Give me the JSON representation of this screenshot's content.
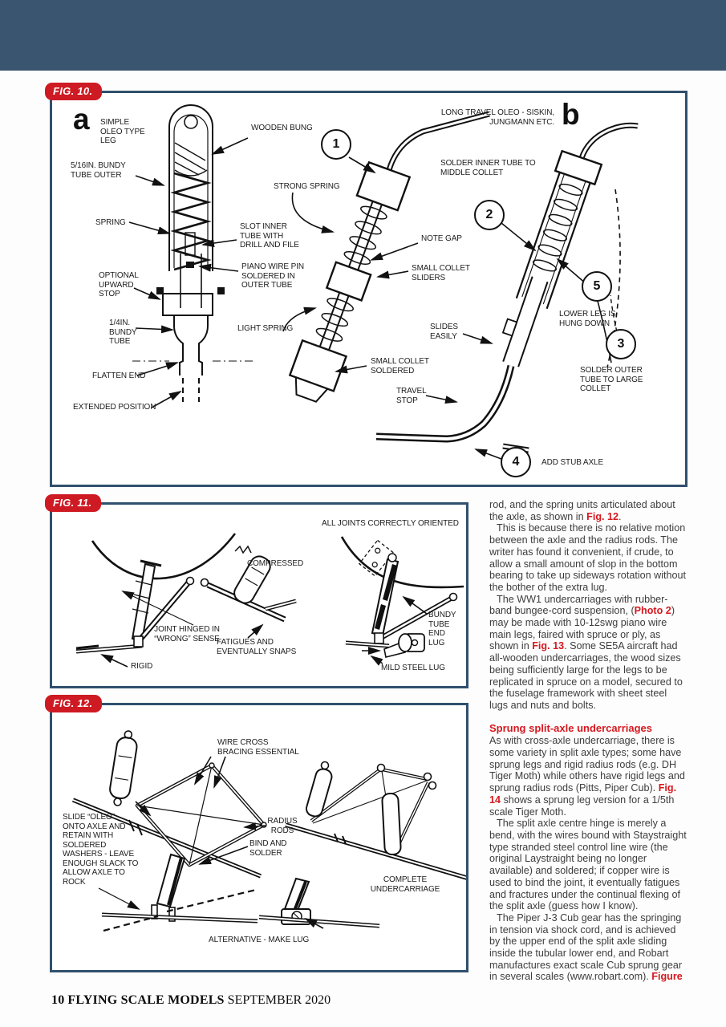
{
  "figures": {
    "fig10": {
      "tag": "FIG. 10.",
      "sub_a": "a",
      "sub_b": "b",
      "labels": {
        "simple_oleo": "SIMPLE\nOLEO TYPE\nLEG",
        "wooden_bung": "WOODEN BUNG",
        "bundy_outer": "5/16IN. BUNDY\nTUBE OUTER",
        "spring": "SPRING",
        "strong_spring": "STRONG SPRING",
        "slot_inner": "SLOT INNER\nTUBE WITH\nDRILL AND FILE",
        "note_gap": "NOTE GAP",
        "piano_wire": "PIANO WIRE PIN\nSOLDERED IN\nOUTER TUBE",
        "collet_sliders": "SMALL COLLET\nSLIDERS",
        "upward_stop": "OPTIONAL\nUPWARD\nSTOP",
        "quarter_bundy": "1/4IN.\nBUNDY\nTUBE",
        "light_spring": "LIGHT SPRING",
        "slides_easily": "SLIDES\nEASILY",
        "collet_soldered": "SMALL COLLET\nSOLDERED",
        "flatten_end": "FLATTEN END",
        "travel_stop": "TRAVEL\nSTOP",
        "extended": "EXTENDED POSITION",
        "long_travel": "LONG TRAVEL OLEO - SISKIN,\nJUNGMANN ETC.",
        "solder_inner": "SOLDER INNER TUBE TO\nMIDDLE COLLET",
        "lower_leg": "LOWER LEG IS\nHUNG DOWN",
        "solder_outer": "SOLDER OUTER\nTUBE TO LARGE\nCOLLET",
        "add_stub": "ADD STUB AXLE"
      },
      "callouts": {
        "c1": "1",
        "c2": "2",
        "c3": "3",
        "c4": "4",
        "c5": "5"
      }
    },
    "fig11": {
      "tag": "FIG. 11.",
      "labels": {
        "all_joints": "ALL JOINTS CORRECTLY ORIENTED",
        "compressed": "COMPRESSED",
        "joint_hinged": "JOINT HINGED IN\n“WRONG” SENSE",
        "fatigues": "FATIGUES AND\nEVENTUALLY SNAPS",
        "rigid": "RIGID",
        "bundy_lug": "BUNDY\nTUBE END\nLUG",
        "mild_steel": "MILD STEEL LUG"
      }
    },
    "fig12": {
      "tag": "FIG. 12.",
      "labels": {
        "wire_cross": "WIRE CROSS\nBRACING ESSENTIAL",
        "slide_oleo": "SLIDE “OLEO”\nONTO AXLE AND\nRETAIN WITH\nSOLDERED\nWASHERS - LEAVE\nENOUGH SLACK TO\nALLOW AXLE TO\nROCK",
        "radius_rods": "RADIUS\nRODS",
        "bind_solder": "BIND AND\nSOLDER",
        "complete": "COMPLETE\nUNDERCARRIAGE",
        "alternative": "ALTERNATIVE - MAKE LUG"
      }
    }
  },
  "article": {
    "p1": {
      "s0": "rod, and the spring units articulated about the axle, as shown in ",
      "s1": "Fig. 12",
      "s2": "."
    },
    "p2": "This is because there is no relative motion between the axle and the radius rods. The writer has found it convenient, if crude, to allow a small amount of slop in the bottom bearing to take up sideways rotation without the bother of the extra lug.",
    "p3": {
      "s0": "The WW1 undercarriages with rubber-band bungee-cord suspension, (",
      "s1": "Photo 2",
      "s2": ") may be made with 10-12swg piano wire main legs, faired with spruce or ply, as shown in ",
      "s3": "Fig. 13",
      "s4": ". Some SE5A aircraft had all-wooden undercarriages, the wood sizes being sufficiently large for the legs to be replicated in spruce on a model, secured to the fuselage framework with sheet steel lugs and nuts and bolts."
    },
    "heading": "Sprung split-axle undercarriages",
    "p4": {
      "s0": "As with cross-axle undercarriage, there is some variety in split axle types; some have sprung legs and rigid radius rods (e.g. DH Tiger Moth) while others have rigid legs and sprung radius rods (Pitts, Piper Cub).  ",
      "s1": "Fig. 14",
      "s2": " shows a sprung leg version for a 1/5th scale Tiger Moth."
    },
    "p5": "The split axle centre hinge is merely a bend, with the wires bound with Staystraight type stranded steel control line wire (the original Laystraight being no longer available) and soldered;  if  copper wire is used to bind the joint, it eventually fatigues and fractures under the continual flexing of the split axle (guess how I know).",
    "p6": {
      "s0": "The Piper J-3 Cub gear has the springing in tension via shock cord, and is achieved by the upper end of the split axle sliding inside the tubular lower end, and Robart manufactures exact scale Cub sprung gear in several scales (www.robart.com).  ",
      "s1": "Figure"
    }
  },
  "footer": {
    "page_number": "10",
    "magazine": "FLYING SCALE MODELS",
    "issue": "SEPTEMBER 2020"
  }
}
